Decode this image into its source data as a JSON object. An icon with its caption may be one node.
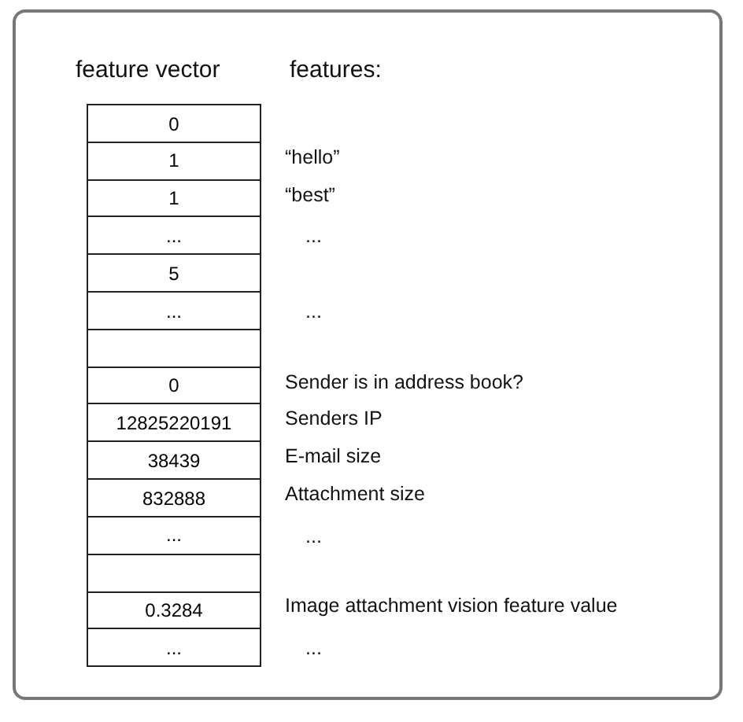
{
  "diagram": {
    "labels": [
      "feature vector",
      "features:",
      "0",
      "1",
      "“hello”",
      "1",
      "“best”",
      "...",
      "...",
      "5",
      "...",
      "...",
      "0",
      "Sender is in address book?",
      "12825220191",
      "Senders IP",
      "38439",
      "E-mail size",
      "832888",
      "Attachment size",
      "...",
      "...",
      "0.3284",
      "Image attachment vision feature value",
      "...",
      "..."
    ]
  }
}
